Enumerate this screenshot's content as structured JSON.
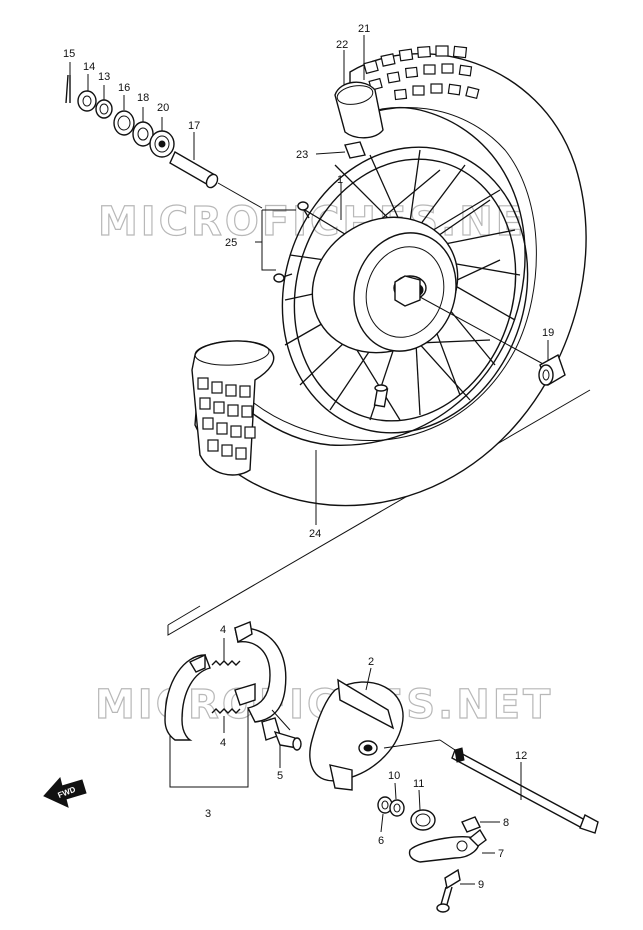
{
  "watermark": {
    "top": "MICROFICHES.NET",
    "bottom": "MICROFICHES.NET"
  },
  "direction_arrow": {
    "label": "FWD"
  },
  "callouts": {
    "c1": "1",
    "c2": "2",
    "c3": "3",
    "c4a": "4",
    "c4b": "4",
    "c5": "5",
    "c6": "6",
    "c7": "7",
    "c8": "8",
    "c9": "9",
    "c10": "10",
    "c11": "11",
    "c12": "12",
    "c13": "13",
    "c14": "14",
    "c15": "15",
    "c16": "16",
    "c17": "17",
    "c18": "18",
    "c19": "19",
    "c20": "20",
    "c21": "21",
    "c22": "22",
    "c23": "23",
    "c24": "24",
    "c25": "25"
  }
}
